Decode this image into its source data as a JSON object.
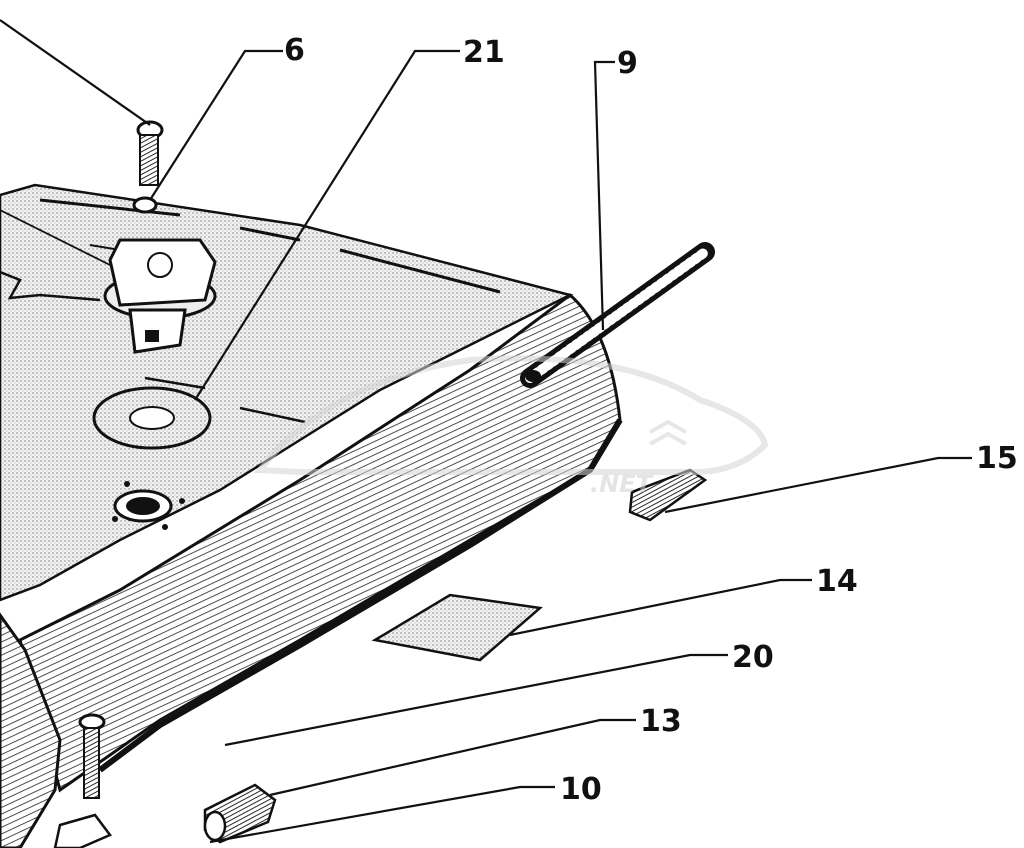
{
  "diagram": {
    "type": "exploded parts drawing",
    "colors": {
      "ink": "#111111",
      "paper": "#ffffff",
      "watermark": "#d4d4d4"
    },
    "callouts": [
      {
        "id": "6",
        "label": "6"
      },
      {
        "id": "21",
        "label": "21"
      },
      {
        "id": "9",
        "label": "9"
      },
      {
        "id": "15",
        "label": "15"
      },
      {
        "id": "14",
        "label": "14"
      },
      {
        "id": "20",
        "label": "20"
      },
      {
        "id": "13",
        "label": "13"
      },
      {
        "id": "10",
        "label": "10"
      }
    ],
    "watermark": {
      "text": ".NET"
    }
  }
}
